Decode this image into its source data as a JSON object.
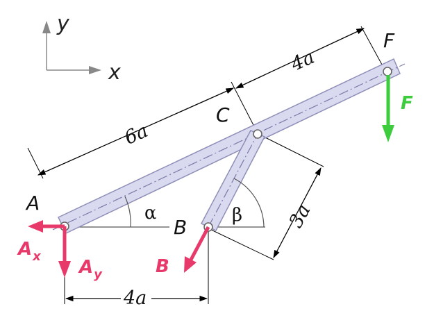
{
  "axes": {
    "x_label": "x",
    "y_label": "y"
  },
  "points": {
    "A": "A",
    "B": "B",
    "C": "C",
    "F": "F"
  },
  "dimensions": {
    "AC": "6a",
    "CF": "4a",
    "perp": "3a",
    "AB": "4a"
  },
  "angles": {
    "alpha": "α",
    "beta": "β"
  },
  "forces": {
    "F": {
      "label": "F",
      "sub": ""
    },
    "Ax": {
      "label": "A",
      "sub": "x"
    },
    "Ay": {
      "label": "A",
      "sub": "y"
    },
    "B": {
      "label": "B",
      "sub": ""
    }
  },
  "colors": {
    "member_fill": "#d9d9f0",
    "force_green": "#3dcc3d",
    "force_pink": "#e83a6a",
    "axis_gray": "#888888"
  }
}
